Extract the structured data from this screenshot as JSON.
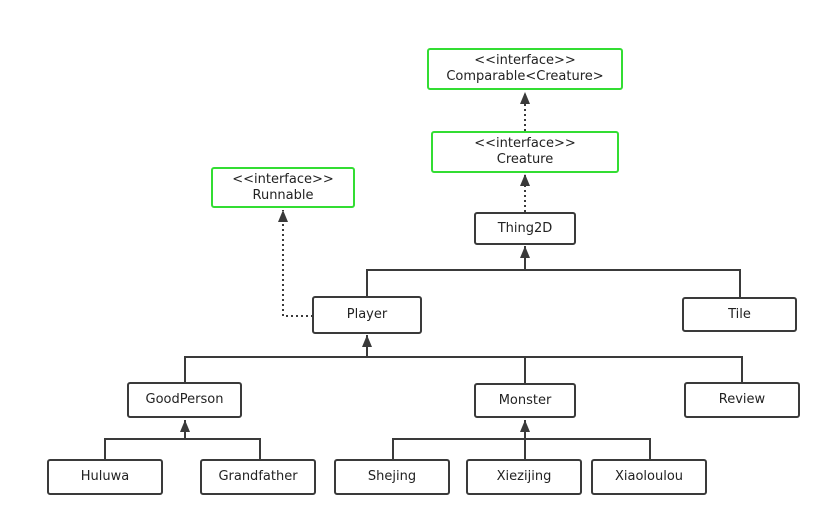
{
  "diagram": {
    "colors": {
      "line": "#3a3a3a",
      "interface_border": "#33dd33",
      "class_border": "#3a3a3a"
    },
    "interfaces": {
      "comparable": {
        "stereotype": "<<interface>>",
        "name": "Comparable<Creature>"
      },
      "creature": {
        "stereotype": "<<interface>>",
        "name": "Creature"
      },
      "runnable": {
        "stereotype": "<<interface>>",
        "name": "Runnable"
      }
    },
    "classes": {
      "thing2d": "Thing2D",
      "player": "Player",
      "tile": "Tile",
      "goodperson": "GoodPerson",
      "monster": "Monster",
      "review": "Review",
      "huluwa": "Huluwa",
      "grandfather": "Grandfather",
      "shejing": "Shejing",
      "xiezijing": "Xiezijing",
      "xiaoloulou": "Xiaoloulou"
    },
    "relations": [
      {
        "from": "creature",
        "to": "comparable",
        "kind": "realization"
      },
      {
        "from": "thing2d",
        "to": "creature",
        "kind": "realization"
      },
      {
        "from": "player",
        "to": "runnable",
        "kind": "realization"
      },
      {
        "from": "player",
        "to": "thing2d",
        "kind": "inheritance"
      },
      {
        "from": "tile",
        "to": "thing2d",
        "kind": "inheritance"
      },
      {
        "from": "goodperson",
        "to": "player",
        "kind": "inheritance"
      },
      {
        "from": "monster",
        "to": "player",
        "kind": "inheritance"
      },
      {
        "from": "review",
        "to": "player",
        "kind": "inheritance"
      },
      {
        "from": "huluwa",
        "to": "goodperson",
        "kind": "inheritance"
      },
      {
        "from": "grandfather",
        "to": "goodperson",
        "kind": "inheritance"
      },
      {
        "from": "shejing",
        "to": "monster",
        "kind": "inheritance"
      },
      {
        "from": "xiezijing",
        "to": "monster",
        "kind": "inheritance"
      },
      {
        "from": "xiaoloulou",
        "to": "monster",
        "kind": "inheritance"
      }
    ]
  }
}
